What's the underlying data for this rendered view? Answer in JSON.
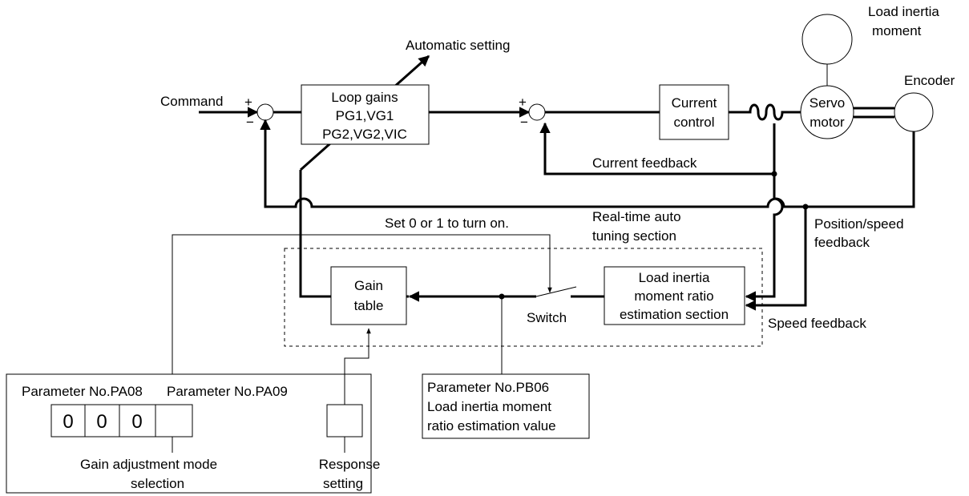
{
  "labels": {
    "command": "Command",
    "automatic_setting": "Automatic setting",
    "loop_gains": [
      "Loop gains",
      "PG1,VG1",
      "PG2,VG2,VIC"
    ],
    "current_control": [
      "Current",
      "control"
    ],
    "servo_motor": [
      "Servo",
      "motor"
    ],
    "load_inertia_moment": [
      "Load inertia",
      "moment"
    ],
    "encoder": "Encoder",
    "current_feedback": "Current feedback",
    "position_speed_feedback": [
      "Position/speed",
      "feedback"
    ],
    "set_0_or_1": "Set 0 or 1 to turn on.",
    "realtime_section": [
      "Real-time auto",
      "tuning section"
    ],
    "gain_table": [
      "Gain",
      "table"
    ],
    "switch": "Switch",
    "estimation_section": [
      "Load inertia",
      "moment ratio",
      "estimation section"
    ],
    "speed_feedback": "Speed feedback",
    "param_pb06": [
      "Parameter No.PB06",
      "Load inertia moment",
      "ratio estimation value"
    ],
    "param_pa08": "Parameter No.PA08",
    "param_pa09": "Parameter No.PA09",
    "pa08_digits": [
      "0",
      "0",
      "0",
      ""
    ],
    "gain_adjustment": [
      "Gain adjustment mode",
      "selection"
    ],
    "response_setting": [
      "Response",
      "setting"
    ],
    "plus": "+",
    "minus": "−"
  }
}
